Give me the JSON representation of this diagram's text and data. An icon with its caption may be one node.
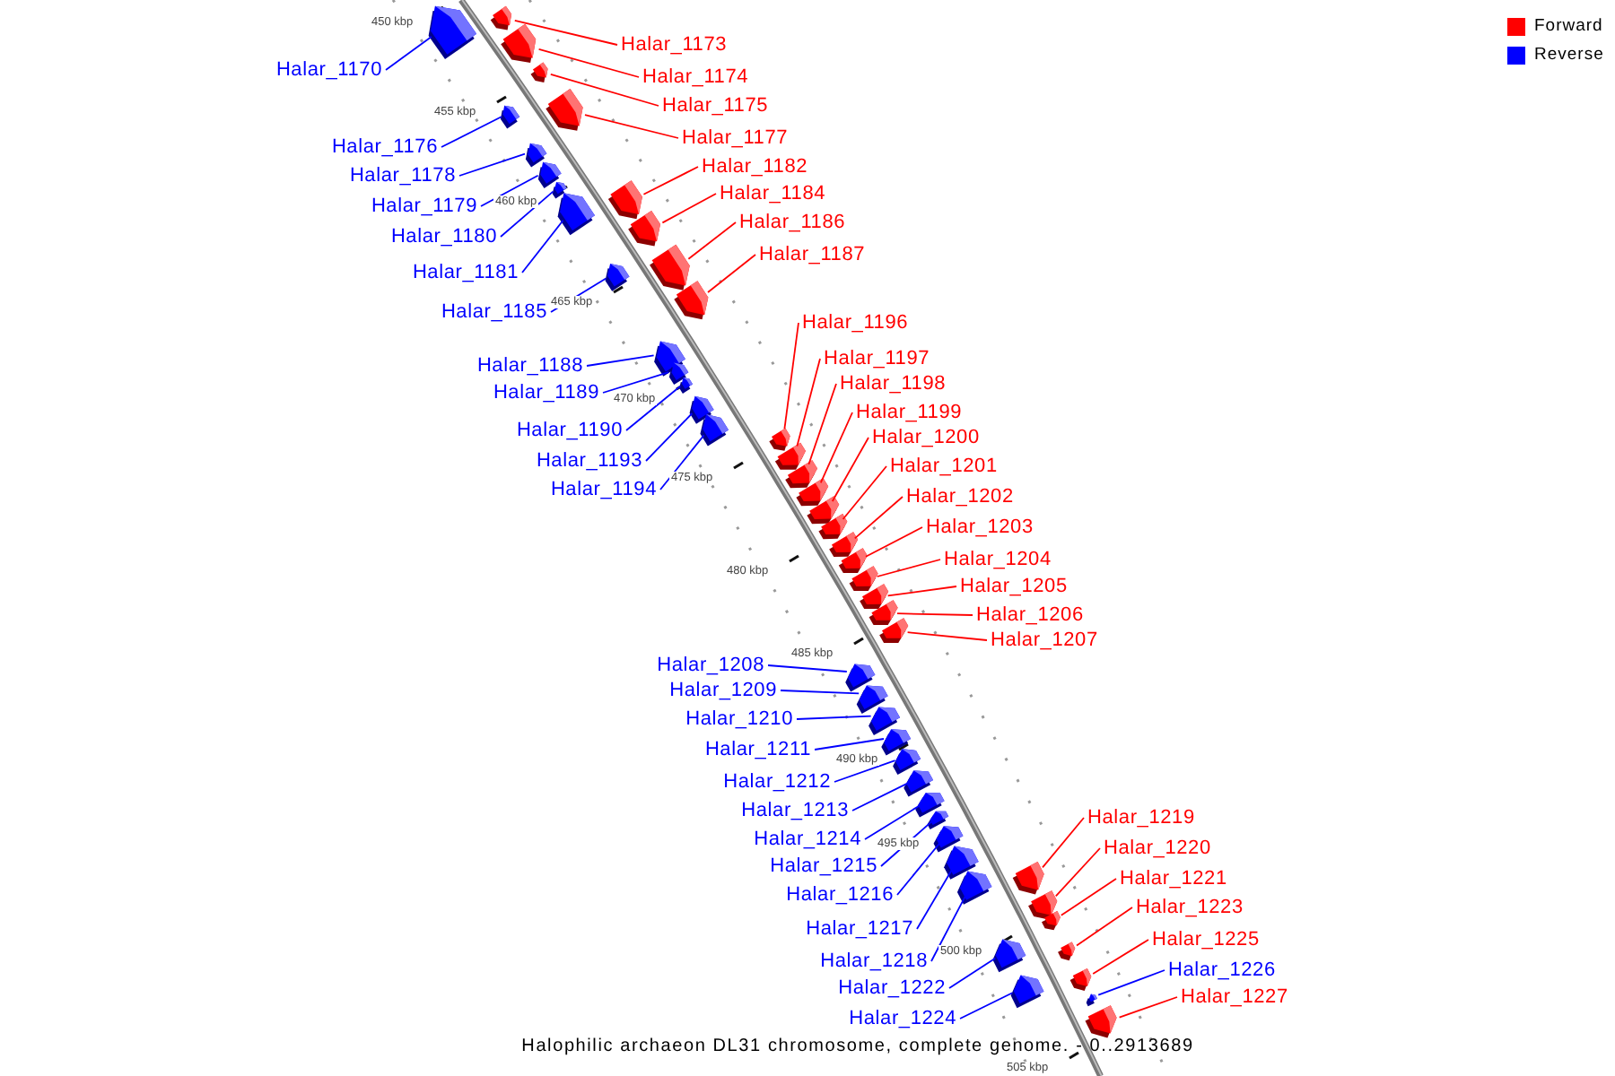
{
  "diagram": {
    "caption": "Halophilic archaeon DL31 chromosome, complete genome. - 0..2913689",
    "nodes": [
      {
        "text": [
          "Halar_1170"
        ]
      },
      {
        "text": [],
        "shape": "arrow"
      },
      {
        "text": [
          "Halar_1173"
        ]
      },
      {
        "text": [],
        "shape": "arrow"
      },
      {
        "text": [
          "Halar_1174"
        ]
      },
      {
        "text": [],
        "shape": "arrow"
      },
      {
        "text": [
          "Halar_1175"
        ]
      },
      {
        "text": [],
        "shape": "arrow"
      },
      {
        "text": [
          "Halar_1176"
        ]
      },
      {
        "text": [],
        "shape": "arrow"
      },
      {
        "text": [
          "Halar_1177"
        ]
      },
      {
        "text": [],
        "shape": "arrow"
      },
      {
        "text": [
          "Halar_1178"
        ]
      },
      {
        "text": [],
        "shape": "arrow"
      },
      {
        "text": [
          "Halar_1179"
        ]
      },
      {
        "text": [],
        "shape": "arrow"
      },
      {
        "text": [
          "Halar_1180"
        ]
      },
      {
        "text": [],
        "shape": "arrow"
      },
      {
        "text": [
          "Halar_1181"
        ]
      },
      {
        "text": [],
        "shape": "arrow"
      },
      {
        "text": [
          "Halar_1182"
        ]
      },
      {
        "text": [],
        "shape": "arrow"
      },
      {
        "text": [
          "Halar_1184"
        ]
      },
      {
        "text": [],
        "shape": "arrow"
      },
      {
        "text": [
          "Halar_1185"
        ]
      },
      {
        "text": [],
        "shape": "arrow"
      },
      {
        "text": [
          "Halar_1186"
        ]
      },
      {
        "text": [],
        "shape": "arrow"
      },
      {
        "text": [
          "Halar_1187"
        ]
      },
      {
        "text": [],
        "shape": "arrow"
      },
      {
        "text": [
          "Halar_1188"
        ]
      },
      {
        "text": [],
        "shape": "arrow"
      },
      {
        "text": [
          "Halar_1189"
        ]
      },
      {
        "text": [],
        "shape": "arrow"
      },
      {
        "text": [
          "Halar_1190"
        ]
      },
      {
        "text": [],
        "shape": "arrow"
      },
      {
        "text": [
          "Halar_1193"
        ]
      },
      {
        "text": [],
        "shape": "arrow"
      },
      {
        "text": [
          "Halar_1194"
        ]
      },
      {
        "text": [],
        "shape": "arrow"
      },
      {
        "text": [
          "Halar_1196"
        ]
      },
      {
        "text": [],
        "shape": "arrow"
      },
      {
        "text": [
          "Halar_1197"
        ]
      },
      {
        "text": [],
        "shape": "arrow"
      },
      {
        "text": [
          "Halar_1198"
        ]
      },
      {
        "text": [],
        "shape": "arrow"
      },
      {
        "text": [
          "Halar_1199"
        ]
      },
      {
        "text": [],
        "shape": "arrow"
      },
      {
        "text": [
          "Halar_1200"
        ]
      },
      {
        "text": [],
        "shape": "arrow"
      },
      {
        "text": [
          "Halar_1201"
        ]
      },
      {
        "text": [],
        "shape": "arrow"
      },
      {
        "text": [
          "Halar_1202"
        ]
      },
      {
        "text": [],
        "shape": "arrow"
      },
      {
        "text": [
          "Halar_1203"
        ]
      },
      {
        "text": [],
        "shape": "arrow"
      },
      {
        "text": [
          "Halar_1204"
        ]
      },
      {
        "text": [],
        "shape": "arrow"
      },
      {
        "text": [
          "Halar_1205"
        ]
      },
      {
        "text": [],
        "shape": "arrow"
      },
      {
        "text": [
          "Halar_1206"
        ]
      },
      {
        "text": [],
        "shape": "arrow"
      },
      {
        "text": [
          "Halar_1207"
        ]
      },
      {
        "text": [],
        "shape": "arrow"
      },
      {
        "text": [
          "Halar_1208"
        ]
      },
      {
        "text": [],
        "shape": "arrow"
      },
      {
        "text": [
          "Halar_1209"
        ]
      },
      {
        "text": [],
        "shape": "arrow"
      },
      {
        "text": [
          "Halar_1210"
        ]
      },
      {
        "text": [],
        "shape": "arrow"
      },
      {
        "text": [
          "Halar_1211"
        ]
      },
      {
        "text": [],
        "shape": "arrow"
      },
      {
        "text": [
          "Halar_1212"
        ]
      },
      {
        "text": [],
        "shape": "arrow"
      },
      {
        "text": [
          "Halar_1213"
        ]
      },
      {
        "text": [],
        "shape": "arrow"
      },
      {
        "text": [
          "Halar_1214"
        ]
      },
      {
        "text": [],
        "shape": "arrow"
      },
      {
        "text": [
          "Halar_1215"
        ]
      },
      {
        "text": [],
        "shape": "arrow"
      },
      {
        "text": [
          "Halar_1216"
        ]
      },
      {
        "text": [],
        "shape": "arrow"
      },
      {
        "text": [
          "Halar_1217"
        ]
      },
      {
        "text": [],
        "shape": "arrow"
      },
      {
        "text": [
          "Halar_1218"
        ]
      },
      {
        "text": [],
        "shape": "arrow"
      },
      {
        "text": [
          "Halar_1219"
        ]
      },
      {
        "text": [],
        "shape": "arrow"
      },
      {
        "text": [
          "Halar_1220"
        ]
      },
      {
        "text": [],
        "shape": "arrow"
      },
      {
        "text": [
          "Halar_1221"
        ]
      },
      {
        "text": [],
        "shape": "arrow"
      },
      {
        "text": [
          "Halar_1222"
        ]
      },
      {
        "text": [],
        "shape": "arrow"
      },
      {
        "text": [
          "Halar_1223"
        ]
      },
      {
        "text": [],
        "shape": "arrow"
      },
      {
        "text": [
          "Halar_1224"
        ]
      },
      {
        "text": [],
        "shape": "arrow"
      },
      {
        "text": [
          "Halar_1225"
        ]
      },
      {
        "text": [],
        "shape": "arrow"
      },
      {
        "text": [
          "Halar_1226"
        ]
      },
      {
        "text": [],
        "shape": "arrow"
      },
      {
        "text": [
          "Halar_1227"
        ]
      },
      {
        "text": [],
        "shape": "arrow"
      }
    ],
    "edges": [
      {
        "from": 0,
        "to": 1,
        "arrow": "none",
        "color": "#0000ff"
      },
      {
        "from": 2,
        "to": 3,
        "arrow": "none",
        "color": "#ff0000"
      },
      {
        "from": 4,
        "to": 5,
        "arrow": "none",
        "color": "#ff0000"
      },
      {
        "from": 6,
        "to": 7,
        "arrow": "none",
        "color": "#ff0000"
      },
      {
        "from": 8,
        "to": 9,
        "arrow": "none",
        "color": "#0000ff"
      },
      {
        "from": 10,
        "to": 11,
        "arrow": "none",
        "color": "#ff0000"
      },
      {
        "from": 12,
        "to": 13,
        "arrow": "none",
        "color": "#0000ff"
      },
      {
        "from": 14,
        "to": 15,
        "arrow": "none",
        "color": "#0000ff"
      },
      {
        "from": 16,
        "to": 17,
        "arrow": "none",
        "color": "#0000ff"
      },
      {
        "from": 18,
        "to": 19,
        "arrow": "none",
        "color": "#0000ff"
      },
      {
        "from": 20,
        "to": 21,
        "arrow": "none",
        "color": "#ff0000"
      },
      {
        "from": 22,
        "to": 23,
        "arrow": "none",
        "color": "#ff0000"
      },
      {
        "from": 24,
        "to": 25,
        "arrow": "none",
        "color": "#0000ff"
      },
      {
        "from": 26,
        "to": 27,
        "arrow": "none",
        "color": "#ff0000"
      },
      {
        "from": 28,
        "to": 29,
        "arrow": "none",
        "color": "#ff0000"
      },
      {
        "from": 30,
        "to": 31,
        "arrow": "none",
        "color": "#0000ff"
      },
      {
        "from": 32,
        "to": 33,
        "arrow": "none",
        "color": "#0000ff"
      },
      {
        "from": 34,
        "to": 35,
        "arrow": "none",
        "color": "#0000ff"
      },
      {
        "from": 36,
        "to": 37,
        "arrow": "none",
        "color": "#0000ff"
      },
      {
        "from": 38,
        "to": 39,
        "arrow": "none",
        "color": "#0000ff"
      },
      {
        "from": 40,
        "to": 41,
        "arrow": "none",
        "color": "#ff0000"
      },
      {
        "from": 42,
        "to": 43,
        "arrow": "none",
        "color": "#ff0000"
      },
      {
        "from": 44,
        "to": 45,
        "arrow": "none",
        "color": "#ff0000"
      },
      {
        "from": 46,
        "to": 47,
        "arrow": "none",
        "color": "#ff0000"
      },
      {
        "from": 48,
        "to": 49,
        "arrow": "none",
        "color": "#ff0000"
      },
      {
        "from": 50,
        "to": 51,
        "arrow": "none",
        "color": "#ff0000"
      },
      {
        "from": 52,
        "to": 53,
        "arrow": "none",
        "color": "#ff0000"
      },
      {
        "from": 54,
        "to": 55,
        "arrow": "none",
        "color": "#ff0000"
      },
      {
        "from": 56,
        "to": 57,
        "arrow": "none",
        "color": "#ff0000"
      },
      {
        "from": 58,
        "to": 59,
        "arrow": "none",
        "color": "#ff0000"
      },
      {
        "from": 60,
        "to": 61,
        "arrow": "none",
        "color": "#ff0000"
      },
      {
        "from": 62,
        "to": 63,
        "arrow": "none",
        "color": "#ff0000"
      },
      {
        "from": 64,
        "to": 65,
        "arrow": "none",
        "color": "#0000ff"
      },
      {
        "from": 66,
        "to": 67,
        "arrow": "none",
        "color": "#0000ff"
      },
      {
        "from": 68,
        "to": 69,
        "arrow": "none",
        "color": "#0000ff"
      },
      {
        "from": 70,
        "to": 71,
        "arrow": "none",
        "color": "#0000ff"
      },
      {
        "from": 72,
        "to": 73,
        "arrow": "none",
        "color": "#0000ff"
      },
      {
        "from": 74,
        "to": 75,
        "arrow": "none",
        "color": "#0000ff"
      },
      {
        "from": 76,
        "to": 77,
        "arrow": "none",
        "color": "#0000ff"
      },
      {
        "from": 78,
        "to": 79,
        "arrow": "none",
        "color": "#0000ff"
      },
      {
        "from": 80,
        "to": 81,
        "arrow": "none",
        "color": "#0000ff"
      },
      {
        "from": 82,
        "to": 83,
        "arrow": "none",
        "color": "#0000ff"
      },
      {
        "from": 84,
        "to": 85,
        "arrow": "none",
        "color": "#0000ff"
      },
      {
        "from": 86,
        "to": 87,
        "arrow": "none",
        "color": "#ff0000"
      },
      {
        "from": 88,
        "to": 89,
        "arrow": "none",
        "color": "#ff0000"
      },
      {
        "from": 90,
        "to": 91,
        "arrow": "none",
        "color": "#ff0000"
      },
      {
        "from": 92,
        "to": 93,
        "arrow": "none",
        "color": "#0000ff"
      },
      {
        "from": 94,
        "to": 95,
        "arrow": "none",
        "color": "#ff0000"
      },
      {
        "from": 96,
        "to": 97,
        "arrow": "none",
        "color": "#0000ff"
      },
      {
        "from": 98,
        "to": 99,
        "arrow": "none",
        "color": "#ff0000"
      },
      {
        "from": 100,
        "to": 101,
        "arrow": "none",
        "color": "#0000ff"
      },
      {
        "from": 102,
        "to": 103,
        "arrow": "none",
        "color": "#ff0000"
      }
    ],
    "labels": [
      "450 kbp",
      "455 kbp",
      "460 kbp",
      "465 kbp",
      "470 kbp",
      "475 kbp",
      "480 kbp",
      "485 kbp",
      "490 kbp",
      "495 kbp",
      "500 kbp",
      "505 kbp"
    ],
    "legend": [
      {
        "text": "Forward",
        "color": "#ff0000"
      },
      {
        "text": "Reverse",
        "color": "#0000ff"
      }
    ]
  }
}
